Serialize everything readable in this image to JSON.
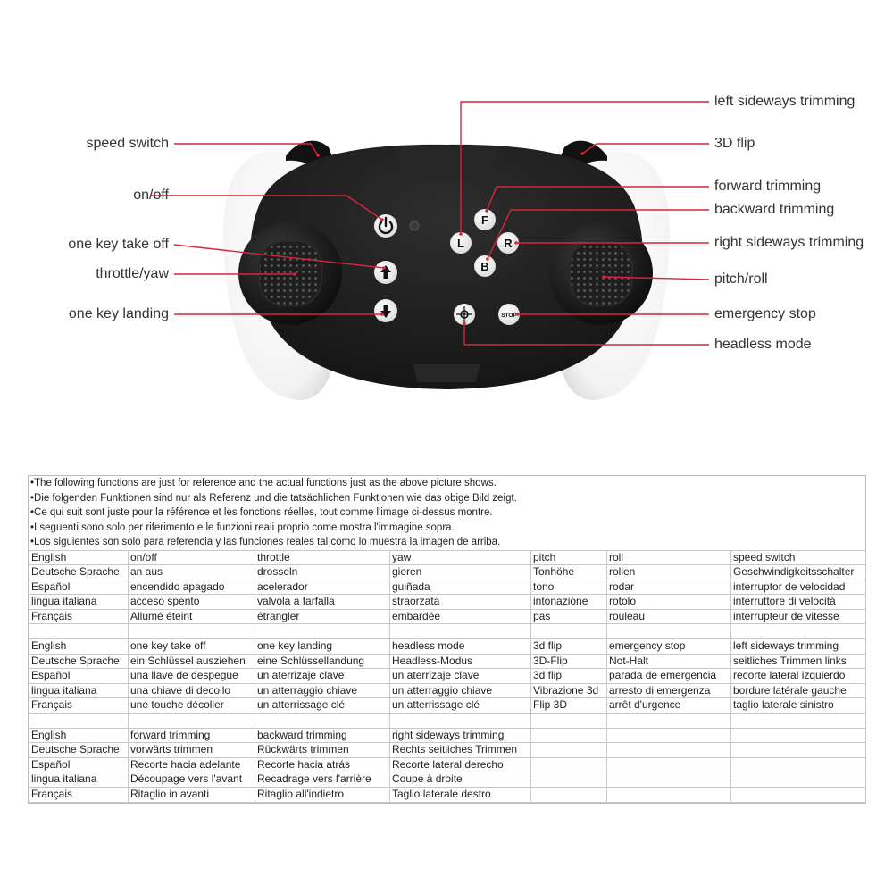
{
  "callouts": {
    "left": [
      "speed switch",
      "on/off",
      "one key take off",
      "throttle/yaw",
      "one key landing"
    ],
    "right": [
      "left sideways trimming",
      "3D flip",
      "forward trimming",
      "backward trimming",
      "right sideways trimming",
      "pitch/roll",
      "emergency stop",
      "headless mode"
    ]
  },
  "buttons": {
    "f": "F",
    "l": "L",
    "r": "R",
    "b": "B",
    "stop": "STOP"
  },
  "colors": {
    "leader_line": "#d8253a",
    "body": "#1c1c1c",
    "wing": "#f4f4f4"
  },
  "notes": [
    "•The following functions are just for reference and the actual functions just as the above picture shows.",
    "•Die folgenden Funktionen sind nur als Referenz und die tatsächlichen Funktionen wie das obige Bild zeigt.",
    "•Ce qui suit sont juste pour la référence et les fonctions réelles, tout comme l'image ci-dessus montre.",
    "•I seguenti sono solo per riferimento e le funzioni reali proprio come mostra l'immagine sopra.",
    "•Los siguientes son solo para referencia y las funciones reales tal como lo muestra la imagen de arriba."
  ],
  "table_rows": [
    [
      "English",
      "on/off",
      "throttle",
      "yaw",
      "pitch",
      "roll",
      "speed switch"
    ],
    [
      "Deutsche Sprache",
      "an aus",
      "drosseln",
      "gieren",
      "Tonhöhe",
      "rollen",
      "Geschwindigkeitsschalter"
    ],
    [
      "Español",
      "encendido apagado",
      "acelerador",
      "guiñada",
      "tono",
      "rodar",
      "interruptor de velocidad"
    ],
    [
      "lingua italiana",
      "acceso spento",
      "valvola a farfalla",
      "straorzata",
      "intonazione",
      "rotolo",
      "interruttore di velocità"
    ],
    [
      "Français",
      "Allumé éteint",
      "étrangler",
      "embardée",
      "pas",
      "rouleau",
      "interrupteur de vitesse"
    ],
    [
      "",
      "",
      "",
      "",
      "",
      "",
      ""
    ],
    [
      "English",
      "one key take off",
      "one key landing",
      "headless mode",
      "3d flip",
      "emergency stop",
      "left sideways trimming"
    ],
    [
      "Deutsche Sprache",
      "ein Schlüssel ausziehen",
      "eine Schlüssellandung",
      "Headless-Modus",
      "3D-Flip",
      "Not-Halt",
      "seitliches Trimmen links"
    ],
    [
      "Español",
      "una llave de despegue",
      "un aterrizaje clave",
      "un aterrizaje clave",
      "3d flip",
      "parada de emergencia",
      "recorte lateral izquierdo"
    ],
    [
      "lingua italiana",
      "una chiave di decollo",
      "un atterraggio chiave",
      "un atterraggio chiave",
      "Vibrazione 3d",
      "arresto di emergenza",
      "bordure latérale gauche"
    ],
    [
      "Français",
      "une touche décoller",
      "un atterrissage clé",
      "un atterrissage clé",
      "Flip 3D",
      "arrêt d'urgence",
      "taglio laterale sinistro"
    ],
    [
      "",
      "",
      "",
      "",
      "",
      "",
      ""
    ],
    [
      "English",
      "forward trimming",
      "backward trimming",
      "right sideways trimming",
      "",
      "",
      ""
    ],
    [
      "Deutsche Sprache",
      "vorwärts trimmen",
      "Rückwärts trimmen",
      "Rechts seitliches Trimmen",
      "",
      "",
      ""
    ],
    [
      "Español",
      "Recorte hacia adelante",
      "Recorte hacia atrás",
      "Recorte lateral derecho",
      "",
      "",
      ""
    ],
    [
      "lingua italiana",
      "Découpage vers l'avant",
      "Recadrage vers l'arrière",
      "Coupe à droite",
      "",
      "",
      ""
    ],
    [
      "Français",
      "Ritaglio in avanti",
      "Ritaglio all'indietro",
      "Taglio laterale destro",
      "",
      "",
      ""
    ]
  ]
}
